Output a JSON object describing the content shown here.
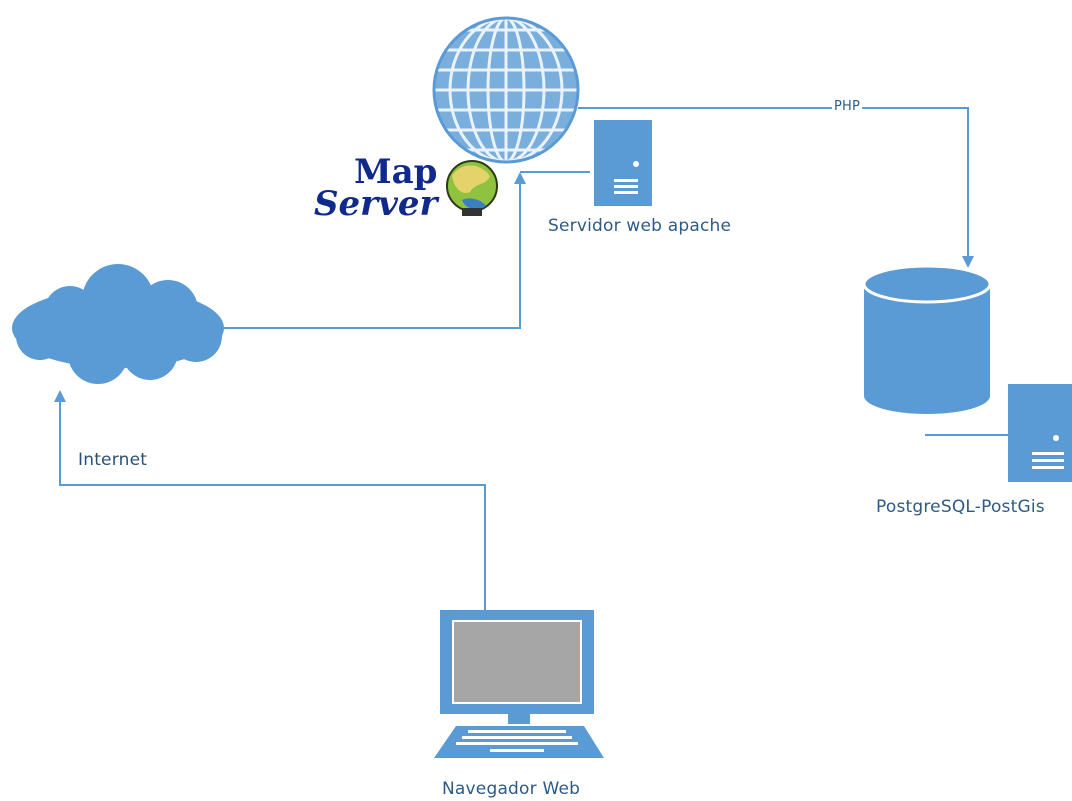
{
  "diagram": {
    "title": "",
    "nodes": {
      "web_server": {
        "label": "Servidor web apache",
        "icon": "server-icon"
      },
      "globe": {
        "icon": "globe-icon"
      },
      "mapserver": {
        "logo_text_1": "Map",
        "logo_text_2": "Server",
        "icon": "mapserver-logo"
      },
      "internet": {
        "label": "Internet",
        "icon": "cloud-icon"
      },
      "database": {
        "label": "PostgreSQL-PostGis",
        "icon": "database-icon"
      },
      "browser": {
        "label": "Navegador Web",
        "icon": "laptop-icon"
      }
    },
    "edges": [
      {
        "from": "browser",
        "to": "internet",
        "label": ""
      },
      {
        "from": "internet",
        "to": "web_server",
        "label": ""
      },
      {
        "from": "globe",
        "to": "database",
        "label": "PHP"
      }
    ]
  },
  "colors": {
    "accent": "#5b9bd5",
    "line": "#5b9bd5",
    "label_text": "#2d5a86",
    "logo_text": "#0f2a8a",
    "screen_gray": "#a6a6a6"
  }
}
